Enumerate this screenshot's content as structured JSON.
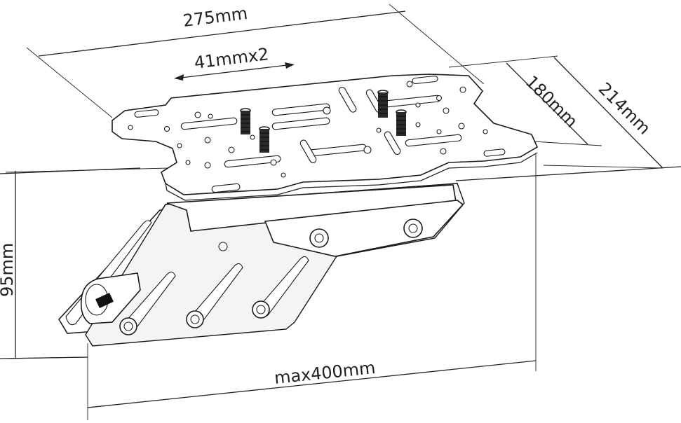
{
  "dimensions": {
    "plate_length": "275mm",
    "slot_spacing": "41mmx2",
    "plate_depth_inner": "180mm",
    "plate_depth_outer": "214mm",
    "height": "95mm",
    "max_width": "max400mm"
  },
  "colors": {
    "line": "#1a1a1a",
    "background": "#ffffff",
    "shade": "#f4f4f4"
  }
}
